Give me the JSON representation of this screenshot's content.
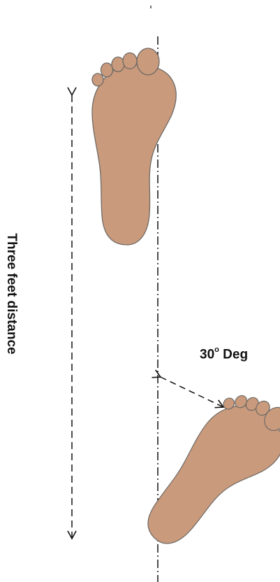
{
  "labels": {
    "distance": "Three feet distance",
    "angle_value": "30",
    "angle_degree_mark": "o",
    "angle_unit": "Deg"
  },
  "colors": {
    "foot_fill": "#c99a7c",
    "foot_outline": "#6f6a66",
    "line": "#111111",
    "background": "#ffffff"
  }
}
